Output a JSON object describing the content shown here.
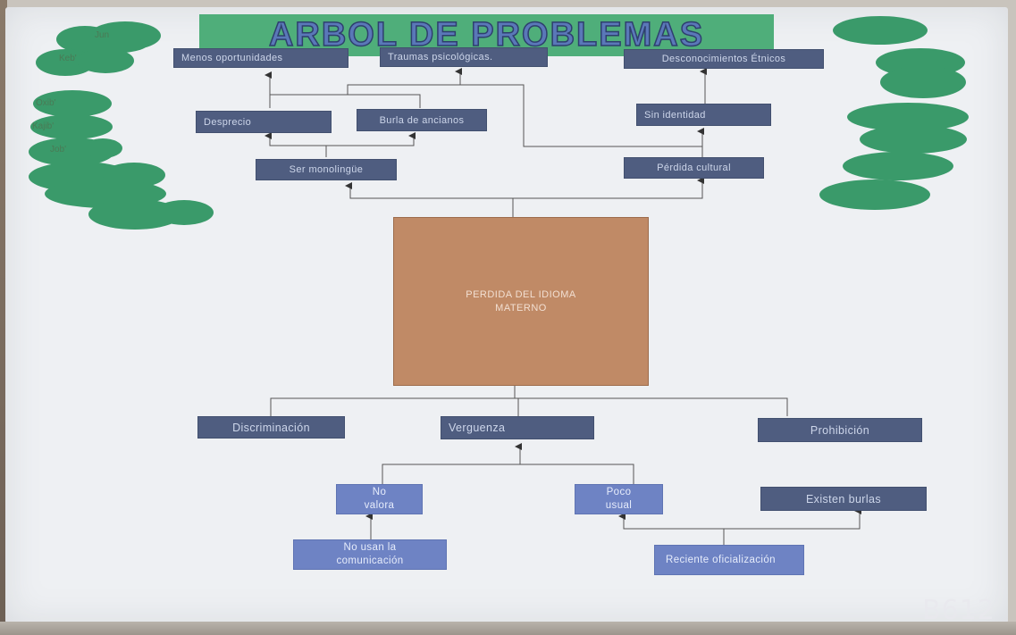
{
  "title": "ARBOL DE PROBLEMAS",
  "effects_top": [
    {
      "id": "menos-oportunidades",
      "label": "Menos oportunidades"
    },
    {
      "id": "traumas-psicologicas",
      "label": "Traumas psicológicas."
    },
    {
      "id": "desconocimientos-etnicos",
      "label": "Desconocimientos Étnicos"
    }
  ],
  "effects_middle": [
    {
      "id": "desprecio",
      "label": "Desprecio"
    },
    {
      "id": "burla-de-ancianos",
      "label": "Burla de ancianos"
    },
    {
      "id": "sin-identidad",
      "label": "Sin identidad"
    }
  ],
  "effects_direct": [
    {
      "id": "ser-monolingue",
      "label": "Ser monolingüe"
    },
    {
      "id": "perdida-cultural",
      "label": "Pérdida cultural"
    }
  ],
  "central_problem": "PERDIDA DEL IDIOMA MATERNO",
  "causes_direct": [
    {
      "id": "discriminacion",
      "label": "Discriminación"
    },
    {
      "id": "verguenza",
      "label": "Verguenza"
    },
    {
      "id": "prohibicion",
      "label": "Prohibición"
    }
  ],
  "causes_secondary": [
    {
      "id": "no-valora",
      "label": "No valora"
    },
    {
      "id": "poco-usual",
      "label": "Poco usual"
    },
    {
      "id": "existen-burlas",
      "label": "Existen burlas"
    }
  ],
  "causes_root": [
    {
      "id": "no-usan-la-comunicacion",
      "label": "No usan la comunicación"
    },
    {
      "id": "reciente-oficializacion",
      "label": "Reciente oficialización"
    }
  ],
  "leaf_labels": [
    "Jun",
    "Keb'",
    "Oxib'",
    "Kajib'",
    "Job'"
  ],
  "watermark": "B612",
  "colors": {
    "dark_box": "#4f5d80",
    "light_box": "#6e83c4",
    "central_box": "#c08a66",
    "banner": "#4fae7a",
    "foliage": "#3a9a6a",
    "board": "#eef0f3"
  }
}
